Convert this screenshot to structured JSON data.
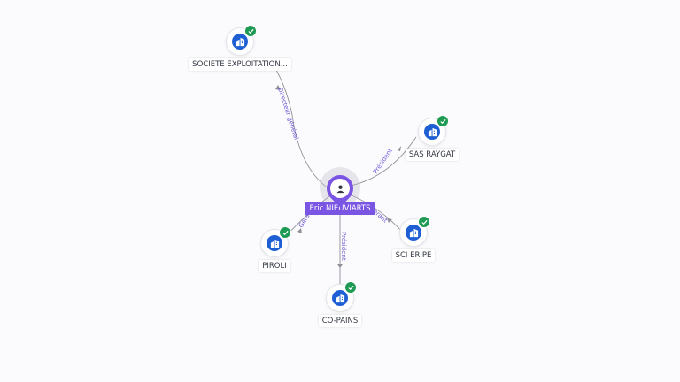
{
  "center": {
    "name": "Eric NIEUVIARTS",
    "icon": "person-icon",
    "color": "#7a55e3"
  },
  "companies": [
    {
      "id": "societe",
      "name": "SOCIETE EXPLOITATION...",
      "relation": "Directeur général",
      "verified": true,
      "icon": "building-icon"
    },
    {
      "id": "raygat",
      "name": "SAS RAYGAT",
      "relation": "Président",
      "verified": true,
      "icon": "building-icon"
    },
    {
      "id": "eripe",
      "name": "SCI ERIPE",
      "relation": "Gérant",
      "verified": true,
      "icon": "building-icon"
    },
    {
      "id": "piroli",
      "name": "PIROLI",
      "relation": "Gérant",
      "verified": true,
      "icon": "building-icon"
    },
    {
      "id": "copains",
      "name": "CO-PAINS",
      "relation": "Président",
      "verified": true,
      "icon": "building-icon"
    }
  ],
  "colors": {
    "company": "#1f5fd4",
    "verified": "#1f9a55",
    "relation_text": "#6f5bd6"
  }
}
